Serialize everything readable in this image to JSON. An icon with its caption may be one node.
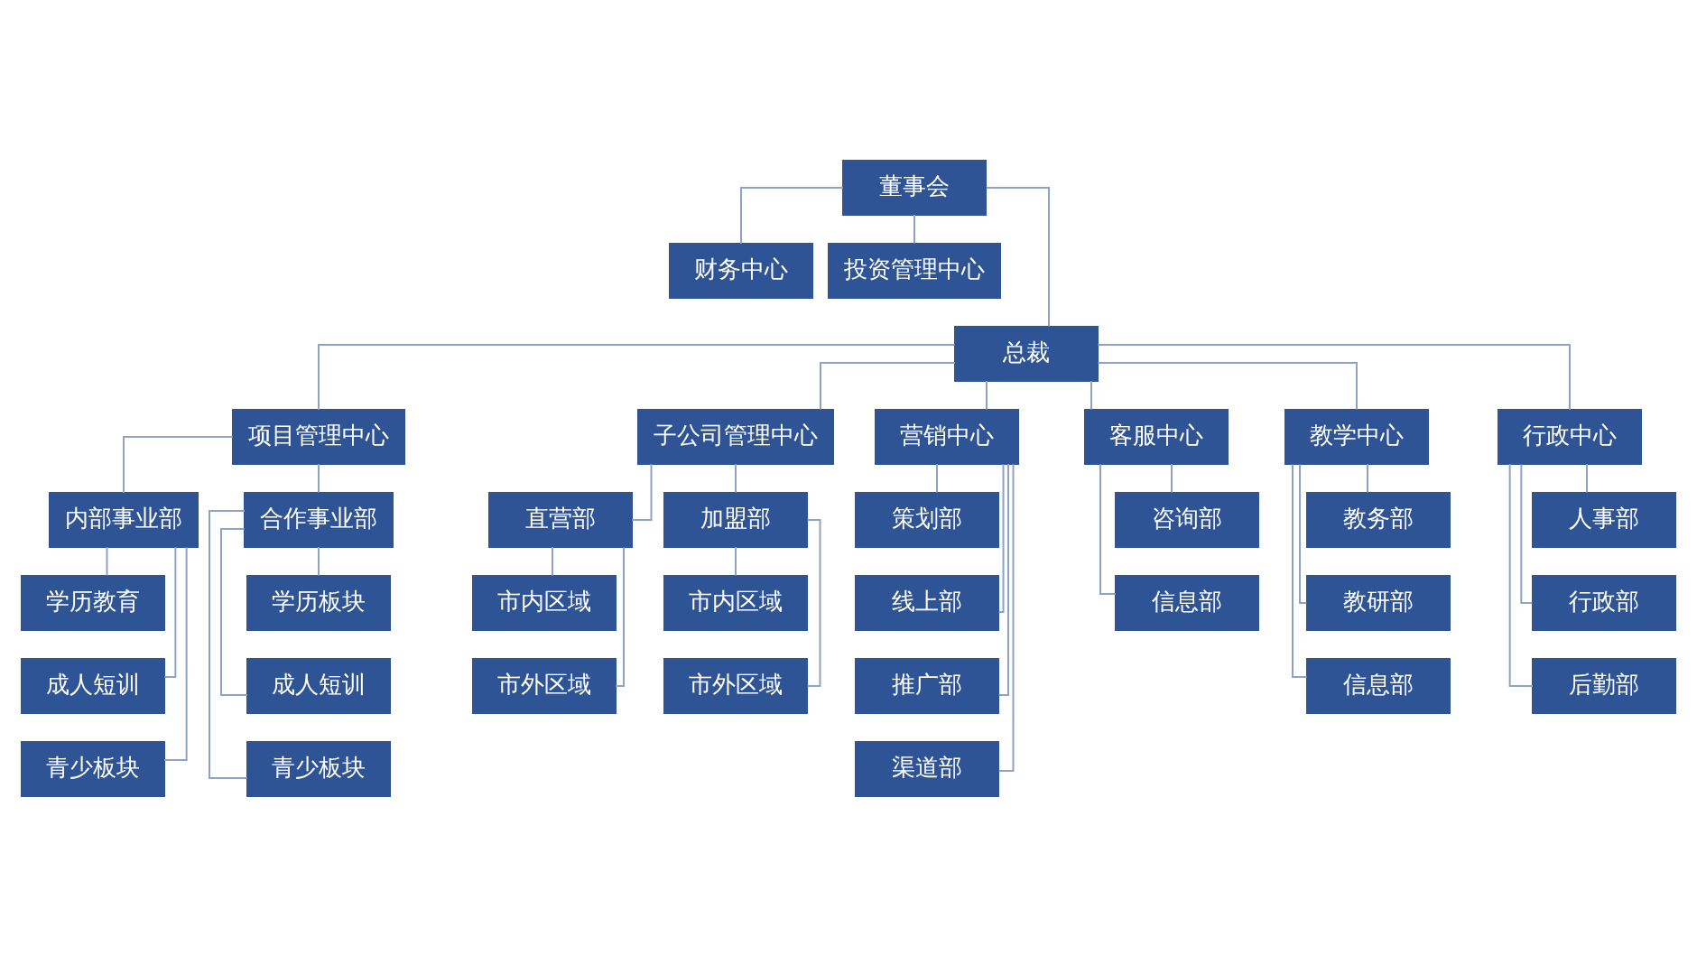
{
  "diagram": {
    "nodes": [
      {
        "text": [
          "董事会"
        ]
      },
      {
        "text": [
          "财务中心"
        ]
      },
      {
        "text": [
          "投资管理中心"
        ]
      },
      {
        "text": [
          "总裁"
        ]
      },
      {
        "text": [
          "项目管理中心"
        ]
      },
      {
        "text": [
          "子公司管理中心"
        ]
      },
      {
        "text": [
          "营销中心"
        ]
      },
      {
        "text": [
          "客服中心"
        ]
      },
      {
        "text": [
          "教学中心"
        ]
      },
      {
        "text": [
          "行政中心"
        ]
      },
      {
        "text": [
          "内部事业部"
        ]
      },
      {
        "text": [
          "合作事业部"
        ]
      },
      {
        "text": [
          "学历教育"
        ]
      },
      {
        "text": [
          "成人短训"
        ]
      },
      {
        "text": [
          "青少板块"
        ]
      },
      {
        "text": [
          "学历板块"
        ]
      },
      {
        "text": [
          "成人短训"
        ]
      },
      {
        "text": [
          "青少板块"
        ]
      },
      {
        "text": [
          "直营部"
        ]
      },
      {
        "text": [
          "加盟部"
        ]
      },
      {
        "text": [
          "市内区域"
        ]
      },
      {
        "text": [
          "市外区域"
        ]
      },
      {
        "text": [
          "市内区域"
        ]
      },
      {
        "text": [
          "市外区域"
        ]
      },
      {
        "text": [
          "策划部"
        ]
      },
      {
        "text": [
          "线上部"
        ]
      },
      {
        "text": [
          "推广部"
        ]
      },
      {
        "text": [
          "渠道部"
        ]
      },
      {
        "text": [
          "咨询部"
        ]
      },
      {
        "text": [
          "信息部"
        ]
      },
      {
        "text": [
          "教务部"
        ]
      },
      {
        "text": [
          "教研部"
        ]
      },
      {
        "text": [
          "信息部"
        ]
      },
      {
        "text": [
          "人事部"
        ]
      },
      {
        "text": [
          "行政部"
        ]
      },
      {
        "text": [
          "后勤部"
        ]
      }
    ],
    "edges": [
      {
        "from": 0,
        "to": 1,
        "arrow": "none"
      },
      {
        "from": 0,
        "to": 2,
        "arrow": "none"
      },
      {
        "from": 0,
        "to": 3,
        "arrow": "none"
      },
      {
        "from": 3,
        "to": 4,
        "arrow": "none"
      },
      {
        "from": 3,
        "to": 5,
        "arrow": "none"
      },
      {
        "from": 3,
        "to": 6,
        "arrow": "none"
      },
      {
        "from": 3,
        "to": 7,
        "arrow": "none"
      },
      {
        "from": 3,
        "to": 8,
        "arrow": "none"
      },
      {
        "from": 3,
        "to": 9,
        "arrow": "none"
      },
      {
        "from": 4,
        "to": 10,
        "arrow": "none"
      },
      {
        "from": 4,
        "to": 11,
        "arrow": "none"
      },
      {
        "from": 10,
        "to": 12,
        "arrow": "none"
      },
      {
        "from": 10,
        "to": 13,
        "arrow": "none"
      },
      {
        "from": 10,
        "to": 14,
        "arrow": "none"
      },
      {
        "from": 11,
        "to": 15,
        "arrow": "none"
      },
      {
        "from": 11,
        "to": 16,
        "arrow": "none"
      },
      {
        "from": 11,
        "to": 17,
        "arrow": "none"
      },
      {
        "from": 5,
        "to": 18,
        "arrow": "none"
      },
      {
        "from": 5,
        "to": 19,
        "arrow": "none"
      },
      {
        "from": 18,
        "to": 20,
        "arrow": "none"
      },
      {
        "from": 18,
        "to": 21,
        "arrow": "none"
      },
      {
        "from": 19,
        "to": 22,
        "arrow": "none"
      },
      {
        "from": 19,
        "to": 23,
        "arrow": "none"
      },
      {
        "from": 6,
        "to": 24,
        "arrow": "none"
      },
      {
        "from": 6,
        "to": 25,
        "arrow": "none"
      },
      {
        "from": 6,
        "to": 26,
        "arrow": "none"
      },
      {
        "from": 6,
        "to": 27,
        "arrow": "none"
      },
      {
        "from": 7,
        "to": 28,
        "arrow": "none"
      },
      {
        "from": 7,
        "to": 29,
        "arrow": "none"
      },
      {
        "from": 8,
        "to": 30,
        "arrow": "none"
      },
      {
        "from": 8,
        "to": 31,
        "arrow": "none"
      },
      {
        "from": 8,
        "to": 32,
        "arrow": "none"
      },
      {
        "from": 9,
        "to": 33,
        "arrow": "none"
      },
      {
        "from": 9,
        "to": 34,
        "arrow": "none"
      },
      {
        "from": 9,
        "to": 35,
        "arrow": "none"
      }
    ]
  }
}
